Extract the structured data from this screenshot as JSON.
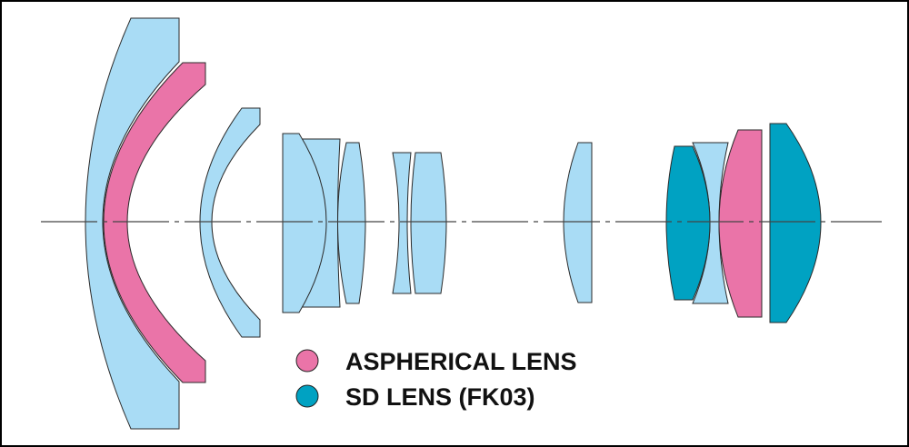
{
  "colors": {
    "standard_lens": "#a9dcf5",
    "aspherical_lens": "#ea74a8",
    "sd_lens": "#00a2c2",
    "optical_axis": "#444444"
  },
  "legend": [
    {
      "label": "ASPHERICAL LENS",
      "color_key": "aspherical_lens"
    },
    {
      "label": "SD LENS (FK03)",
      "color_key": "sd_lens"
    }
  ],
  "elements": [
    {
      "id": "element-1",
      "type": "standard_lens"
    },
    {
      "id": "element-2",
      "type": "aspherical_lens"
    },
    {
      "id": "element-3",
      "type": "standard_lens"
    },
    {
      "id": "element-4b",
      "type": "standard_lens"
    },
    {
      "id": "element-4a",
      "type": "standard_lens"
    },
    {
      "id": "element-5",
      "type": "standard_lens"
    },
    {
      "id": "element-6",
      "type": "standard_lens"
    },
    {
      "id": "element-7",
      "type": "standard_lens"
    },
    {
      "id": "element-8",
      "type": "standard_lens"
    },
    {
      "id": "element-9b",
      "type": "standard_lens"
    },
    {
      "id": "element-9a",
      "type": "sd_lens"
    },
    {
      "id": "element-10",
      "type": "aspherical_lens"
    },
    {
      "id": "element-11",
      "type": "sd_lens"
    }
  ]
}
